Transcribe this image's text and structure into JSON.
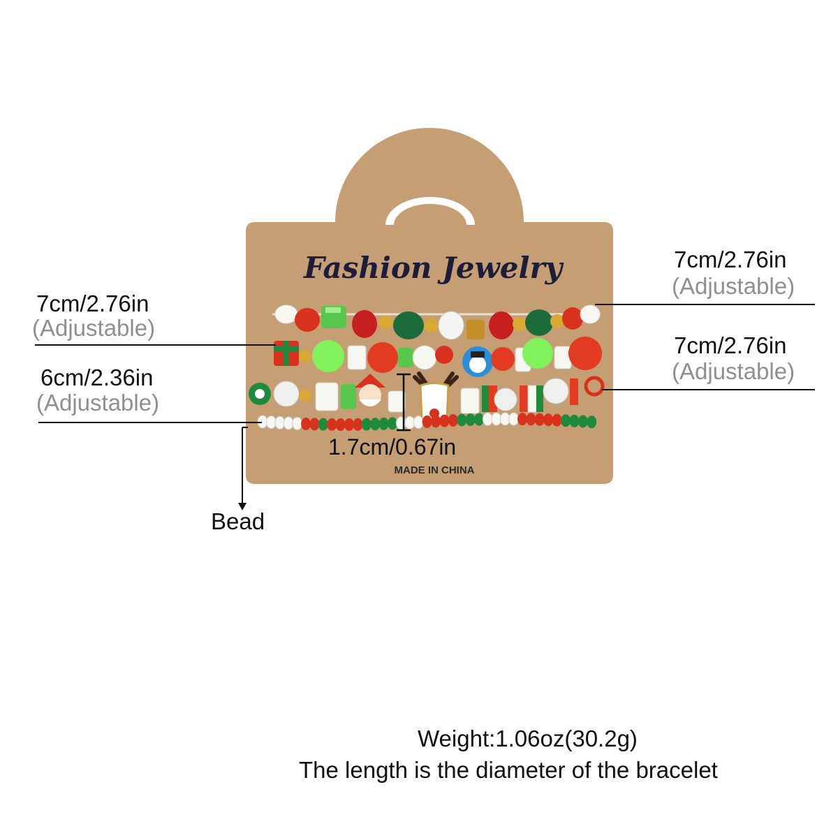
{
  "card": {
    "brand": "Fashion Jewelry",
    "origin": "MADE IN CHINA",
    "color": "#c59f73"
  },
  "labels": {
    "right_top": {
      "size": "7cm/2.76in",
      "note": "(Adjustable)"
    },
    "right_mid": {
      "size": "7cm/2.76in",
      "note": "(Adjustable)"
    },
    "left_top": {
      "size": "7cm/2.76in",
      "note": "(Adjustable)"
    },
    "left_bottom": {
      "size": "6cm/2.36in",
      "note": "(Adjustable)"
    },
    "charm_height": "1.7cm/0.67in",
    "bead": "Bead"
  },
  "footer": {
    "weight": "Weight:1.06oz(30.2g)",
    "note": "The length is the diameter of the bracelet"
  },
  "colors": {
    "red": "#d8321e",
    "green": "#1f8a3c",
    "lime": "#7ef35a",
    "white": "#f7f7f2",
    "gold": "#d9a933"
  }
}
